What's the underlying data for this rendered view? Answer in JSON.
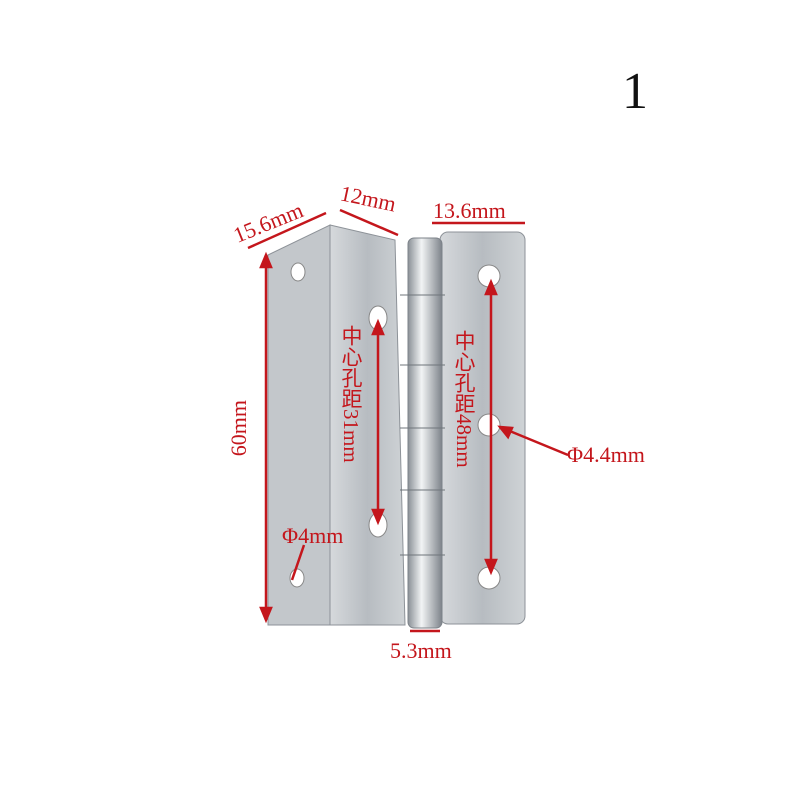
{
  "image_number": "1",
  "product": "stainless steel hinge",
  "accent_color": "#c4161c",
  "dimensions": {
    "left_leaf_flange": "15.6mm",
    "left_leaf_width": "12mm",
    "right_leaf_width": "13.6mm",
    "height": "60mm",
    "knuckle_width": "5.3mm",
    "left_hole_diameter": "Φ4mm",
    "right_hole_diameter": "Φ4.4mm",
    "left_hole_spacing": "中心孔距31mm",
    "right_hole_spacing": "中心孔距48mm"
  }
}
